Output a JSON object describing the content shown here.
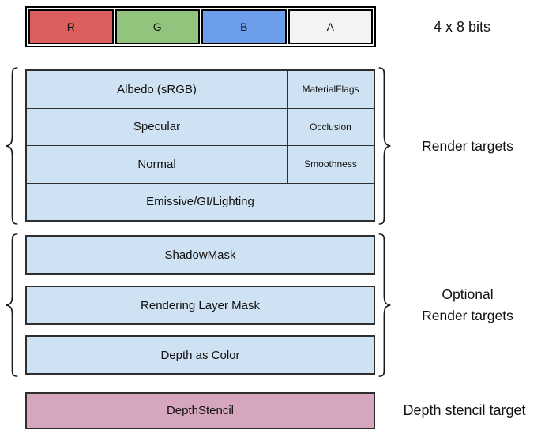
{
  "top_bar": {
    "cells": [
      {
        "label": "R",
        "color": "#DB5F5C"
      },
      {
        "label": "G",
        "color": "#93C47D"
      },
      {
        "label": "B",
        "color": "#6D9EEB"
      },
      {
        "label": "A",
        "color": "#F3F3F3"
      }
    ],
    "bits_label": "4 x 8 bits"
  },
  "render_targets": {
    "rows": [
      {
        "main": "Albedo (sRGB)",
        "alpha": "MaterialFlags"
      },
      {
        "main": "Specular",
        "alpha": "Occlusion"
      },
      {
        "main": "Normal",
        "alpha": "Smoothness"
      },
      {
        "main": "Emissive/GI/Lighting"
      }
    ],
    "label": "Render targets"
  },
  "optional_targets": {
    "boxes": [
      "ShadowMask",
      "Rendering Layer Mask",
      "Depth as Color"
    ],
    "label_line1": "Optional",
    "label_line2": "Render targets"
  },
  "depth_stencil": {
    "box_label": "DepthStencil",
    "label": "Depth stencil target",
    "box_color": "#D5A6BD"
  },
  "colors": {
    "target_fill": "#CFE2F3",
    "border": "#2e2e2e"
  }
}
